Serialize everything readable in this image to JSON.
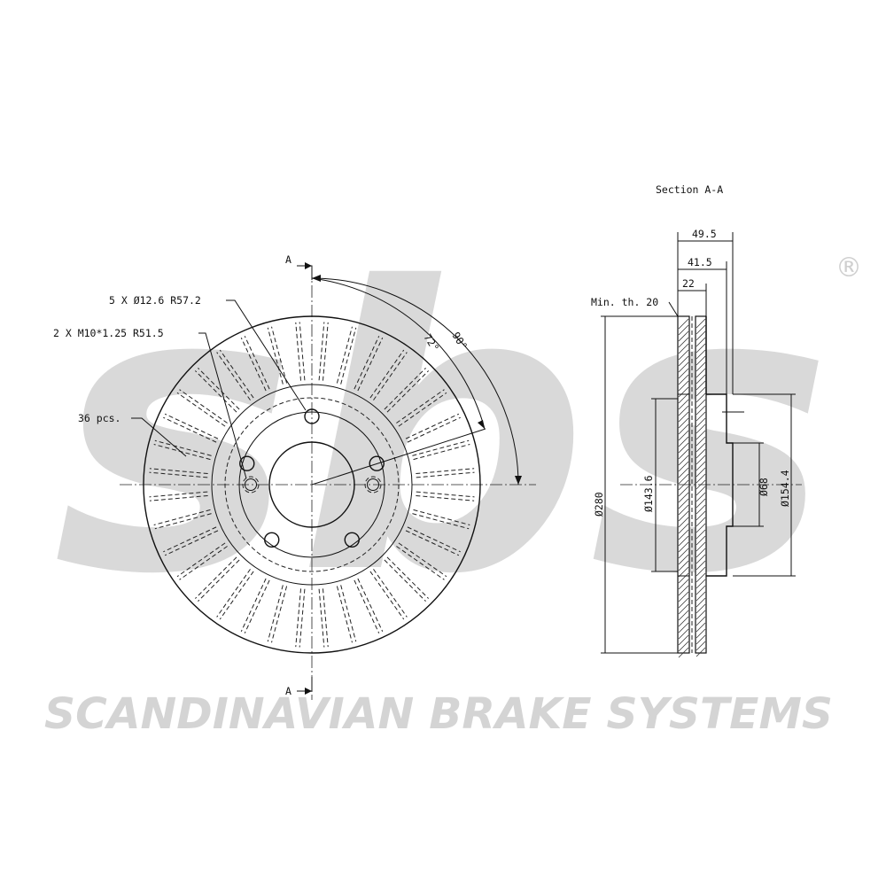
{
  "brand": {
    "logo_text": "sbs",
    "registered_mark": "®",
    "company_name": "SCANDINAVIAN BRAKE SYSTEMS",
    "watermark_color": "#d9d9d9"
  },
  "front_view": {
    "section_marker_top": "A",
    "section_marker_bottom": "A",
    "bolt_holes_label": "5 X Ø12.6 R57.2",
    "threaded_holes_label": "2 X M10*1.25 R51.5",
    "vanes_label": "36 pcs.",
    "angle_1": "72°",
    "angle_2": "90°"
  },
  "section_view": {
    "title": "Section A-A",
    "min_thickness_label": "Min. th. 20",
    "dim_width_total": "49.5",
    "dim_width_hub": "41.5",
    "dim_thickness": "22",
    "dim_outer_diameter": "Ø280",
    "dim_hat_diameter": "Ø143.6",
    "dim_center_bore": "Ø68",
    "dim_hub_face_diameter": "Ø154.4"
  }
}
